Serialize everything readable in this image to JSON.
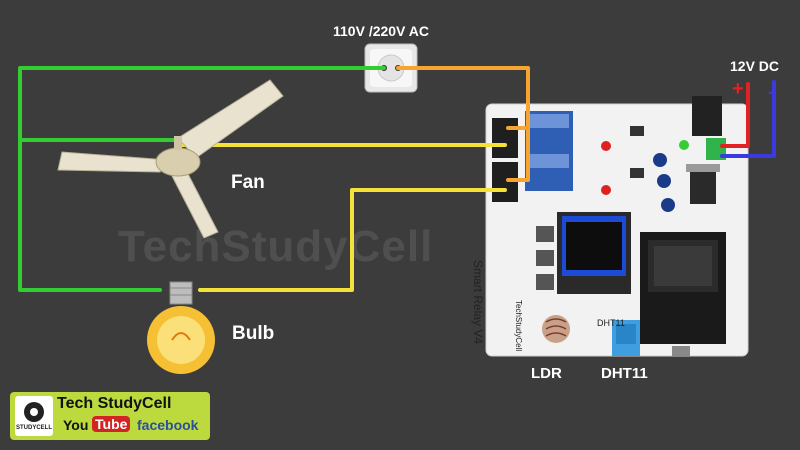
{
  "labels": {
    "ac_source": "110V /220V AC",
    "dc_source": "12V DC",
    "fan": "Fan",
    "bulb": "Bulb",
    "ldr": "LDR",
    "dht11": "DHT11",
    "plus": "+",
    "minus": "-"
  },
  "watermark": "TechStudyCell",
  "board": {
    "name": "Smart Relay V4",
    "brand": "TechStudyCell",
    "dht_chip": "DHT11"
  },
  "badge": {
    "title": "Tech StudyCell",
    "you": "You",
    "tube": "Tube",
    "facebook": "facebook",
    "logo_caption": "STUDYCELL"
  },
  "colors": {
    "background": "#3c3c3c",
    "neutral_wire": "#33cc33",
    "live_wire": "#f7a531",
    "load_wire": "#f2e23a",
    "dc_positive": "#e22222",
    "dc_negative": "#3a3ae0",
    "pcb": "#f2f2f2",
    "badge": "#bcd93e"
  }
}
